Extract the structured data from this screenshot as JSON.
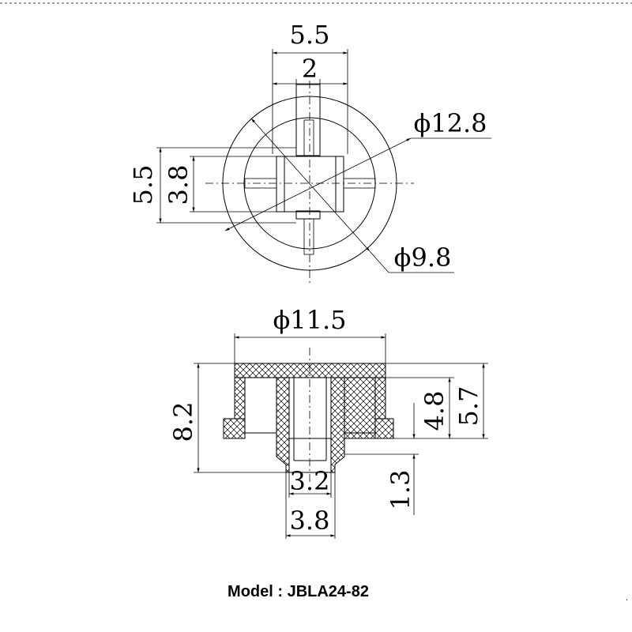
{
  "top_view": {
    "dim_width_outer": "5.5",
    "dim_width_inner": "2",
    "dim_height_outer": "5.5",
    "dim_height_inner": "3.8",
    "dim_dia_outer": "ϕ12.8",
    "dim_dia_inner": "ϕ9.8"
  },
  "side_view": {
    "dim_dia": "ϕ11.5",
    "dim_height": "8.2",
    "dim_inner_height": "4.8",
    "dim_cap_height": "5.7",
    "dim_stem_height": "1.3",
    "dim_hole_width": "3.2",
    "dim_stem_width": "3.8"
  },
  "model_label": "Model : JBLA24-82",
  "colors": {
    "line": "#000000",
    "background": "#ffffff"
  }
}
